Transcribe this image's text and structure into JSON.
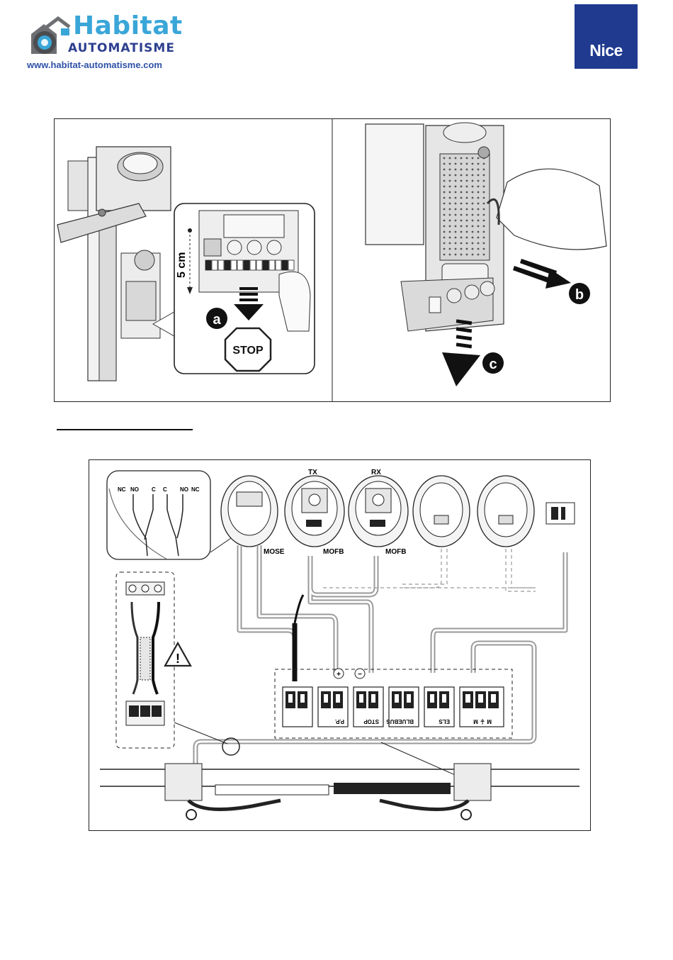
{
  "header": {
    "logo_word_1": "Habitat",
    "logo_word_2": "AUTOMATISME",
    "logo_url": "www.habitat-automatisme.com",
    "brand_logo_text": "Nice",
    "colors": {
      "habitat_blue": "#3aa6d8",
      "automatisme_navy": "#2d3f8f",
      "nice_blue": "#1f3a8f"
    }
  },
  "figure_top": {
    "left_panel": {
      "measurement": "5 cm",
      "step_label": "a",
      "stop_sign": "STOP"
    },
    "right_panel": {
      "step_b": "b",
      "step_c": "c"
    }
  },
  "wiring_diagram": {
    "photocell_labels": {
      "tx": "TX",
      "rx": "RX"
    },
    "mose_label": "MOSE",
    "mofb_label_1": "MOFB",
    "mofb_label_2": "MOFB",
    "contact_labels": [
      "NC",
      "NO",
      "C",
      "C",
      "NO",
      "NC"
    ],
    "terminal_blocks": [
      "P.P.",
      "STOP",
      "BLUEBUS",
      "ELS",
      "M",
      "M"
    ],
    "polarity_plus": "+",
    "polarity_minus": "−",
    "warning_icon": "warning-triangle-icon"
  }
}
